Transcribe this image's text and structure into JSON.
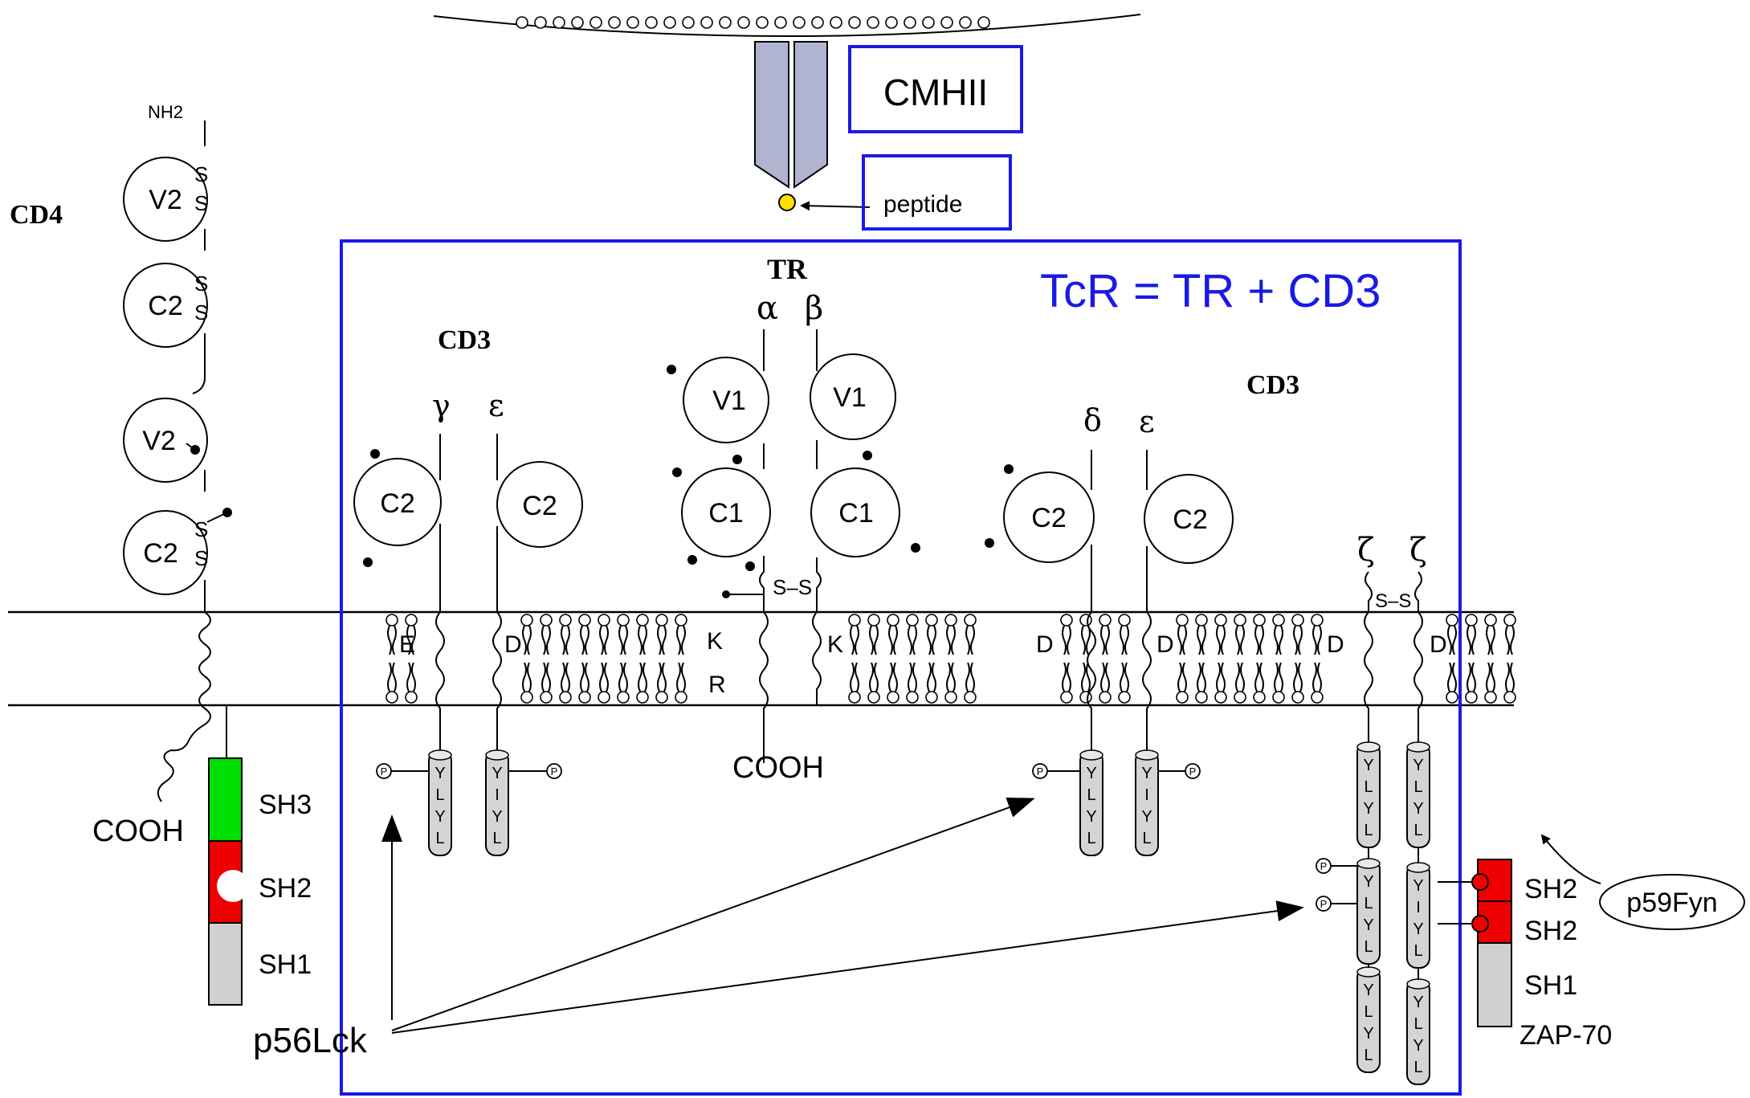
{
  "mhc": {
    "label": "CMHII",
    "peptide_label": "peptide"
  },
  "tcr_box": {
    "title": "TcR = TR + CD3",
    "tr_label": "TR",
    "alpha": "α",
    "beta": "β",
    "v_alpha": "V1",
    "v_beta": "V1",
    "c_alpha": "C1",
    "c_beta": "C1",
    "charge_k1": "K",
    "charge_r": "R",
    "charge_k2": "K",
    "cooh": "COOH",
    "ss": "S–S"
  },
  "cd3_left": {
    "label": "CD3",
    "gamma": "γ",
    "epsilon": "ε",
    "c_gamma": "C2",
    "c_epsilon": "C2",
    "charge_e": "E",
    "charge_d": "D"
  },
  "cd3_right": {
    "label": "CD3",
    "delta": "δ",
    "epsilon": "ε",
    "c_delta": "C2",
    "c_epsilon": "C2",
    "charge_d1": "D",
    "charge_d2": "D"
  },
  "zeta": {
    "symbol": "ζ",
    "charge_d1": "D",
    "charge_d2": "D",
    "ss": "S–S"
  },
  "cd4": {
    "label": "CD4",
    "nh2": "NH2",
    "domains": [
      "V2",
      "C2",
      "V2",
      "C2"
    ],
    "ss": "S",
    "cooh": "COOH"
  },
  "lck": {
    "sh3": "SH3",
    "sh2": "SH2",
    "sh1": "SH1",
    "label": "p56Lck"
  },
  "zap70": {
    "sh2a": "SH2",
    "sh2b": "SH2",
    "sh1": "SH1",
    "label": "ZAP-70"
  },
  "fyn": {
    "label": "p59Fyn"
  },
  "itam": {
    "yly": [
      "Y",
      "L",
      "Y",
      "L"
    ],
    "yiy": [
      "Y",
      "I",
      "Y",
      "L"
    ],
    "p": "P"
  },
  "colors": {
    "box": "#1a1ae6",
    "sh3": "#00e000",
    "sh2": "#ee0000",
    "sh1": "#d0d0d0",
    "mhc": "#b0b4d0",
    "peptide": "#ffe000",
    "itam": "#d4d4d4"
  }
}
